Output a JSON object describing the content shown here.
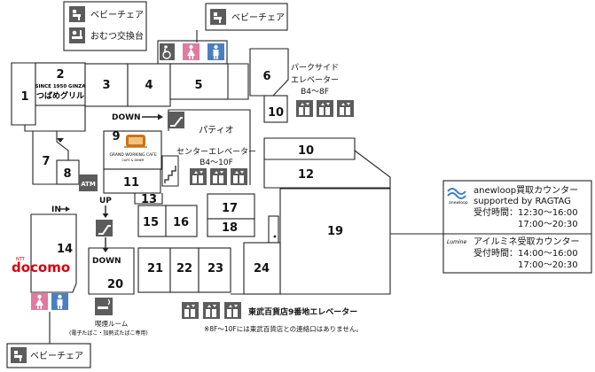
{
  "stores": {
    "s1": "1",
    "s2": "2",
    "s3": "3",
    "s4": "4",
    "s5": "5",
    "s6": "6",
    "s7": "7",
    "s8": "8",
    "s9": "9",
    "s10a": "10",
    "s10b": "10",
    "s11": "11",
    "s12": "12",
    "s13": "13",
    "s14": "14",
    "s15": "15",
    "s16": "16",
    "s17": "17",
    "s18": "18",
    "s19": "19",
    "s20": "20",
    "s21": "21",
    "s22": "22",
    "s23": "23",
    "s24": "24"
  },
  "legend_top": {
    "baby_chair": "ベビーチェア",
    "diaper": "おむつ交換台"
  },
  "legend_right": {
    "baby_chair": "ベビーチェア"
  },
  "legend_bottom": {
    "baby_chair": "ベビーチェア"
  },
  "brand_2": {
    "line1": "SINCE 1950 GINZA",
    "line2": "つばめグリル"
  },
  "brand_9": {
    "line1": "GRAND WORKING CAFE",
    "line2": "CAFE & DINER"
  },
  "brand_14": {
    "small": "NTT",
    "name": "docomo"
  },
  "elevators": {
    "parkside": {
      "line1": "パークサイド",
      "line2": "エレベーター",
      "line3": "B4～8F"
    },
    "center": {
      "line1": "センターエレベーター",
      "line2": "B4～10F"
    },
    "tobu": {
      "label": "東武百貨店9番地エレベーター",
      "note": "※8F～10Fには東武百貨店との連絡口はありません。"
    }
  },
  "patio": "パティオ",
  "atm": "ATM",
  "directions": {
    "down_top": "DOWN",
    "up": "UP",
    "down_bottom": "DOWN",
    "in": "IN"
  },
  "smoking": {
    "line1": "喫煙ルーム",
    "line2": "(電子たばこ・加熱式たばこ専用)"
  },
  "info_box": {
    "anewloop_logo": "anewloop",
    "anewloop_title1": "anewloop買取カウンター",
    "anewloop_title2": "supported by RAGTAG",
    "anewloop_hours_label": "受付時間：",
    "anewloop_hours1": "12:30～16:00",
    "anewloop_hours2": "17:00～20:30",
    "lumine_logo": "Lumine",
    "lumine_title": "アイルミネ受取カウンター",
    "lumine_hours_label": "受付時間：",
    "lumine_hours1": "14:00～16:00",
    "lumine_hours2": "17:00～20:30"
  },
  "colors": {
    "icon_bg": "#5c5c5c",
    "female": "#e07aa0",
    "male": "#4a7fc0",
    "docomo": "#d7000f",
    "cup": "#c8741c"
  }
}
